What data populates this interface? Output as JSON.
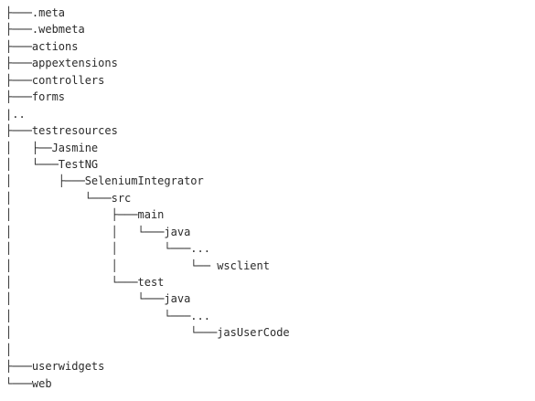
{
  "tree": {
    "lines": [
      "├───.meta",
      "├───.webmeta",
      "├───actions",
      "├───appextensions",
      "├───controllers",
      "├───forms",
      "|..",
      "├───testresources",
      "│   ├──Jasmine",
      "│   └───TestNG",
      "│       ├───SeleniumIntegrator",
      "│           └───src",
      "│               ├───main",
      "│               │   └───java",
      "│               │       └───...",
      "│               │           └── wsclient",
      "│               └───test",
      "│                   └───java",
      "│                       └───...",
      "│                           └───jasUserCode",
      "│",
      "├───userwidgets",
      "└───web"
    ]
  }
}
